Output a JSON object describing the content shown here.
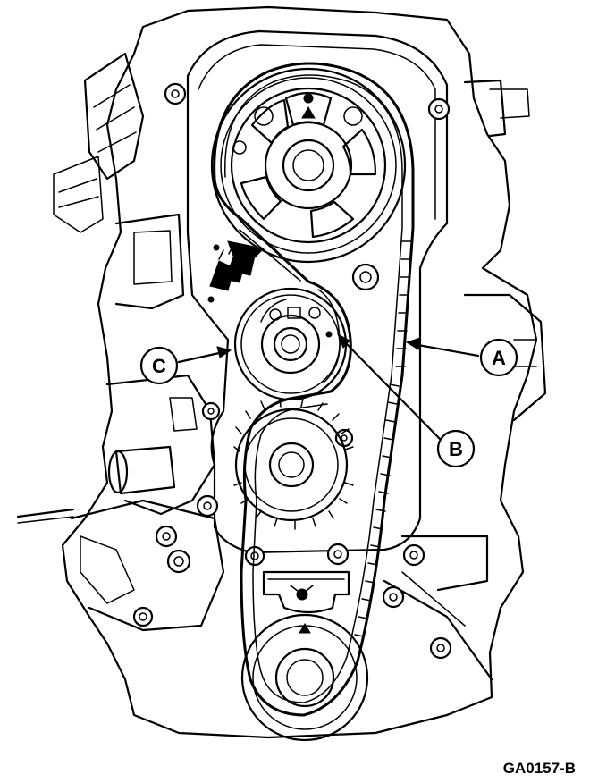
{
  "callouts": {
    "a": "A",
    "b": "B",
    "c": "C"
  },
  "figure_code": "GA0157-B",
  "colors": {
    "line": "#000000",
    "background": "#ffffff"
  }
}
